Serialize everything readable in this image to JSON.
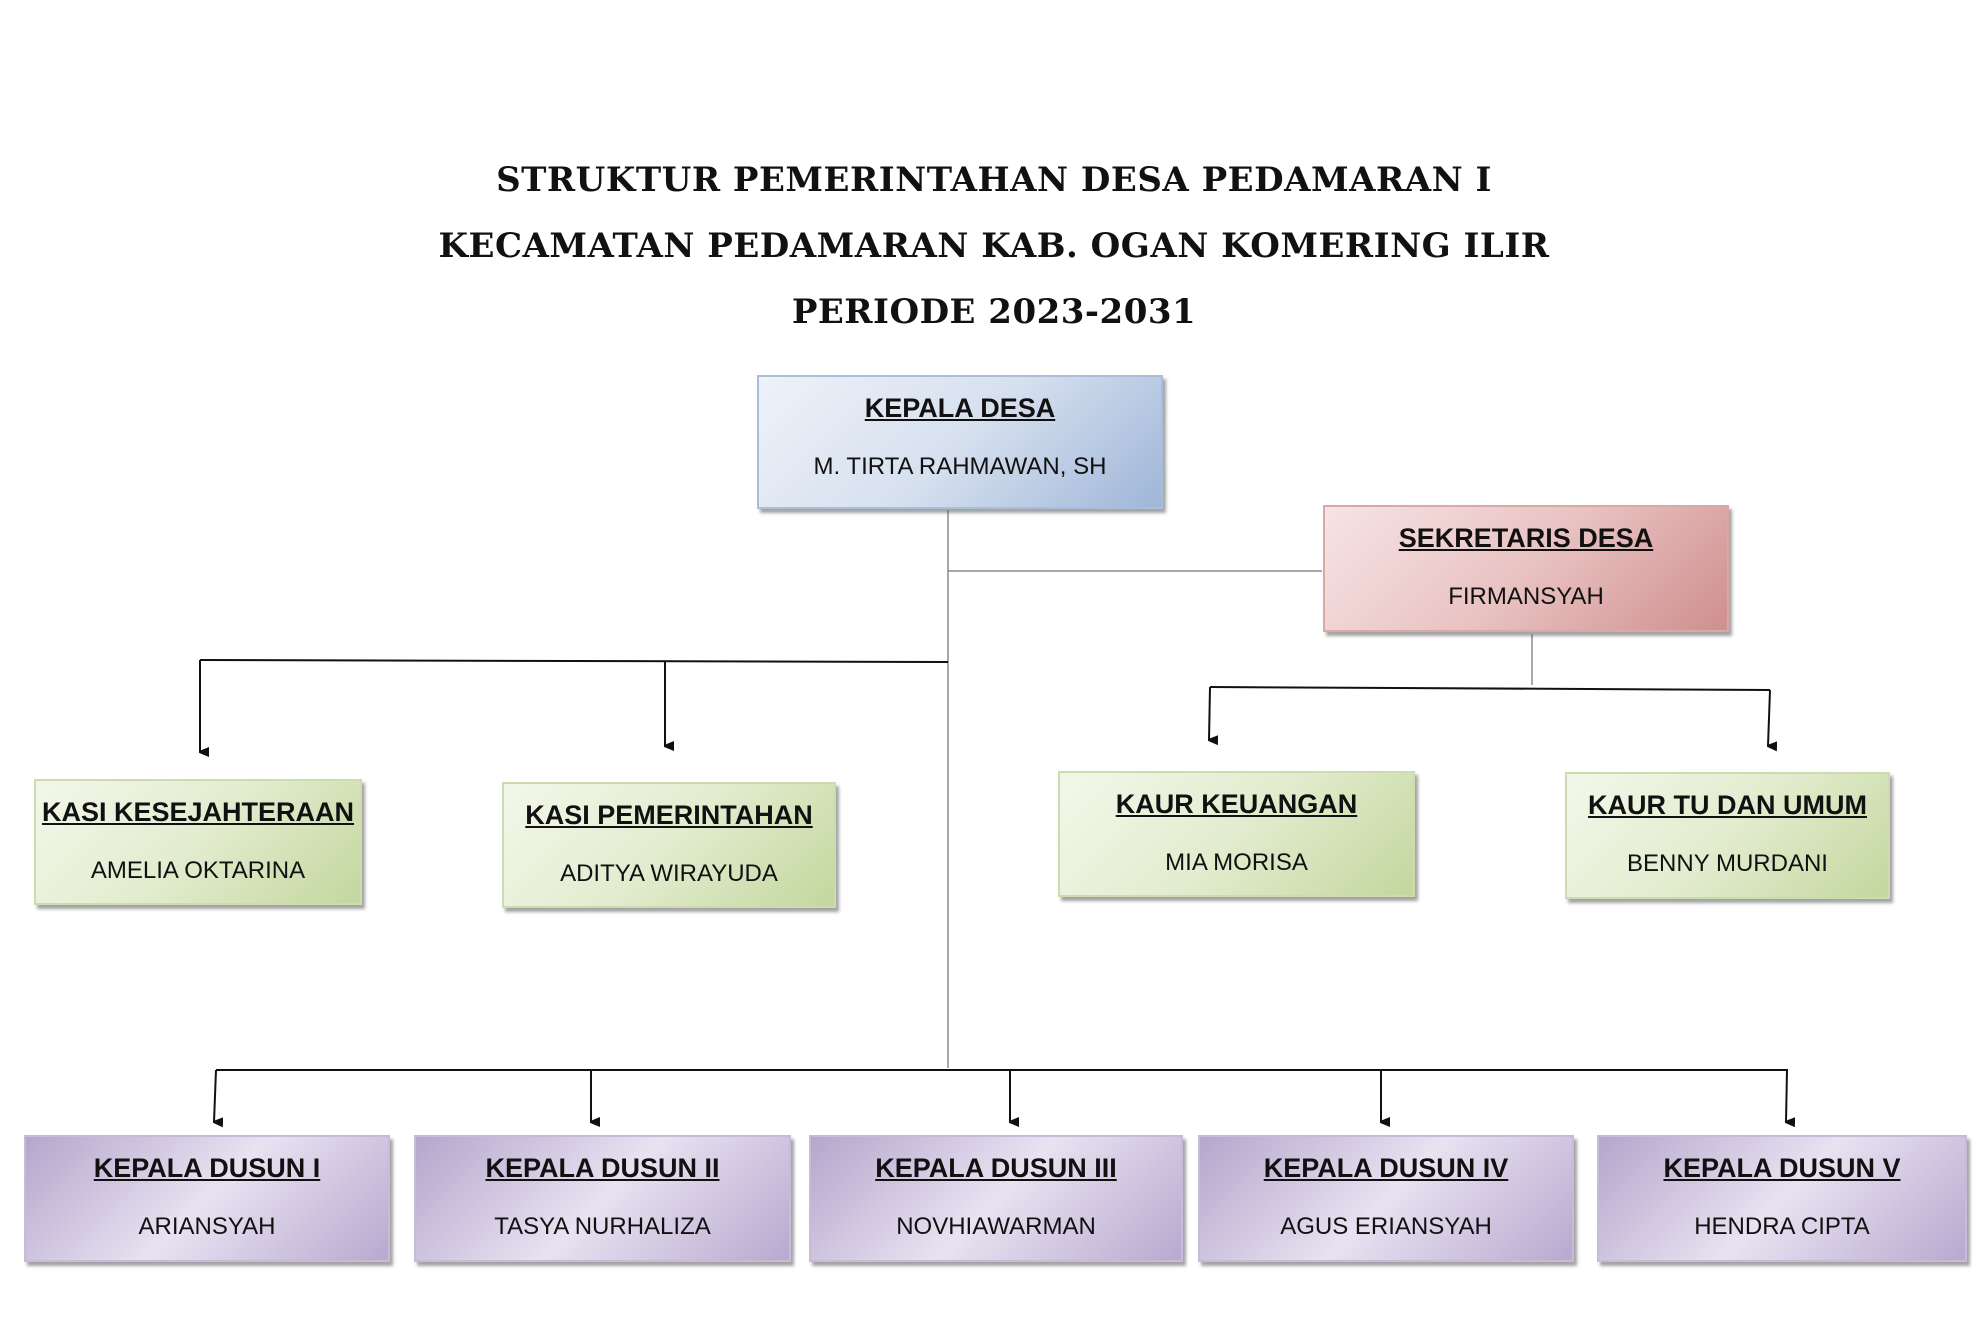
{
  "title": {
    "line1": "STRUKTUR PEMERINTAHAN DESA PEDAMARAN I",
    "line2": "KECAMATAN PEDAMARAN KAB. OGAN KOMERING ILIR",
    "line3": "PERIODE 2023-2031"
  },
  "kepala_desa": {
    "role": "KEPALA DESA",
    "name": "M. TIRTA RAHMAWAN, SH",
    "color": "#9fb6d8"
  },
  "sekretaris": {
    "role": "SEKRETARIS DESA",
    "name": "FIRMANSYAH",
    "color": "#cf8f8e"
  },
  "kasi": [
    {
      "role": "KASI KESEJAHTERAAN",
      "name": "AMELIA OKTARINA"
    },
    {
      "role": "KASI PEMERINTAHAN",
      "name": "ADITYA WIRAYUDA"
    }
  ],
  "kaur": [
    {
      "role": "KAUR KEUANGAN",
      "name": "MIA MORISA"
    },
    {
      "role": "KAUR TU DAN UMUM",
      "name": "BENNY MURDANI"
    }
  ],
  "dusun": [
    {
      "role": "KEPALA DUSUN I",
      "name": "ARIANSYAH"
    },
    {
      "role": "KEPALA DUSUN II",
      "name": "TASYA NURHALIZA"
    },
    {
      "role": "KEPALA DUSUN III",
      "name": "NOVHIAWARMAN"
    },
    {
      "role": "KEPALA DUSUN IV",
      "name": "AGUS ERIANSYAH"
    },
    {
      "role": "KEPALA DUSUN V",
      "name": "HENDRA CIPTA"
    }
  ],
  "colors": {
    "staff_green": "#c3d79e",
    "dusun_purple": "#b7a9cf"
  }
}
